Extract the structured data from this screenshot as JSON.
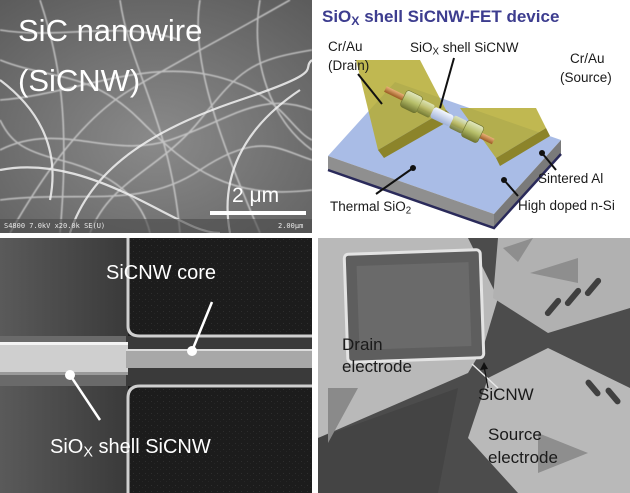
{
  "sem_nanowire": {
    "title_line1": "SiC nanowire",
    "title_line2": "(SiCNW)",
    "scale_bar_label": "2 μm",
    "embedded_info": "S4800 7.0kV x20.0k SE(U)",
    "embedded_scale": "2.00μm"
  },
  "device_diagram": {
    "title_pre": "SiO",
    "title_sub": "X",
    "title_post": " shell SiCNW-FET device",
    "title_color": "#3d3d8f",
    "drain_label_1": "Cr/Au",
    "drain_label_2": "(Drain)",
    "source_label_1": "Cr/Au",
    "source_label_2": "(Source)",
    "nw_label_pre": "SiO",
    "nw_label_sub": "X",
    "nw_label_post": " shell SiCNW",
    "thermal_label_pre": "Thermal SiO",
    "thermal_label_sub": "2",
    "sintered_label": "Sintered Al",
    "substrate_label": "High doped n-Si",
    "colors": {
      "oxide": "#a9bce6",
      "substrate": "#8f8f8f",
      "electrode": "#b5ab33",
      "core": "#c98a4a",
      "backside": "#2a2a5a"
    }
  },
  "sem_closeup": {
    "core_label": "SiCNW core",
    "shell_label_pre": "SiO",
    "shell_label_sub": "X",
    "shell_label_post": " shell SiCNW"
  },
  "sem_device": {
    "drain_label_1": "Drain",
    "drain_label_2": "electrode",
    "nw_label": "SiCNW",
    "source_label_1": "Source",
    "source_label_2": "electrode"
  }
}
